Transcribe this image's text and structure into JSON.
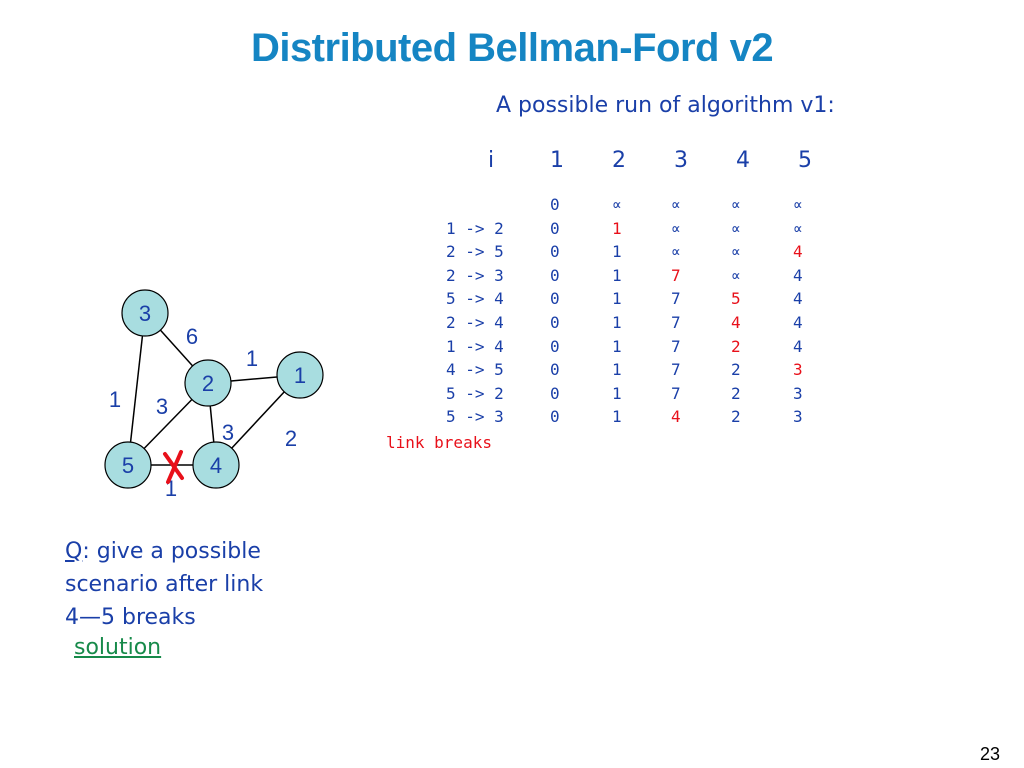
{
  "title": "Distributed Bellman-Ford v2",
  "subtitle": "A possible run of algorithm v1:",
  "table": {
    "headers": [
      "i",
      "1",
      "2",
      "3",
      "4",
      "5"
    ],
    "rows": [
      {
        "edge": "",
        "cells": [
          [
            "0",
            false
          ],
          [
            "∝",
            false
          ],
          [
            "∝",
            false
          ],
          [
            "∝",
            false
          ],
          [
            "∝",
            false
          ]
        ]
      },
      {
        "edge": "1 -> 2",
        "cells": [
          [
            "0",
            false
          ],
          [
            "1",
            true
          ],
          [
            "∝",
            false
          ],
          [
            "∝",
            false
          ],
          [
            "∝",
            false
          ]
        ]
      },
      {
        "edge": "2 -> 5",
        "cells": [
          [
            "0",
            false
          ],
          [
            "1",
            false
          ],
          [
            "∝",
            false
          ],
          [
            "∝",
            false
          ],
          [
            "4",
            true
          ]
        ]
      },
      {
        "edge": "2 -> 3",
        "cells": [
          [
            "0",
            false
          ],
          [
            "1",
            false
          ],
          [
            "7",
            true
          ],
          [
            "∝",
            false
          ],
          [
            "4",
            false
          ]
        ]
      },
      {
        "edge": "5 -> 4",
        "cells": [
          [
            "0",
            false
          ],
          [
            "1",
            false
          ],
          [
            "7",
            false
          ],
          [
            "5",
            true
          ],
          [
            "4",
            false
          ]
        ]
      },
      {
        "edge": "2 -> 4",
        "cells": [
          [
            "0",
            false
          ],
          [
            "1",
            false
          ],
          [
            "7",
            false
          ],
          [
            "4",
            true
          ],
          [
            "4",
            false
          ]
        ]
      },
      {
        "edge": "1 -> 4",
        "cells": [
          [
            "0",
            false
          ],
          [
            "1",
            false
          ],
          [
            "7",
            false
          ],
          [
            "2",
            true
          ],
          [
            "4",
            false
          ]
        ]
      },
      {
        "edge": "4 -> 5",
        "cells": [
          [
            "0",
            false
          ],
          [
            "1",
            false
          ],
          [
            "7",
            false
          ],
          [
            "2",
            false
          ],
          [
            "3",
            true
          ]
        ]
      },
      {
        "edge": "5 -> 2",
        "cells": [
          [
            "0",
            false
          ],
          [
            "1",
            false
          ],
          [
            "7",
            false
          ],
          [
            "2",
            false
          ],
          [
            "3",
            false
          ]
        ]
      },
      {
        "edge": "5 -> 3",
        "cells": [
          [
            "0",
            false
          ],
          [
            "1",
            false
          ],
          [
            "4",
            true
          ],
          [
            "2",
            false
          ],
          [
            "3",
            false
          ]
        ]
      }
    ],
    "link_breaks": "link breaks"
  },
  "graph": {
    "nodes": [
      "3",
      "2",
      "1",
      "5",
      "4"
    ],
    "edge_weights": {
      "e3_2": "6",
      "e2_1": "1",
      "e3_5": "1",
      "e2_5": "3",
      "e2_4": "3",
      "e1_4": "2",
      "e5_4": "1"
    }
  },
  "question": {
    "q_label": "Q",
    "line1": ": give a possible",
    "line2": "scenario after link",
    "line3": "4—5 breaks"
  },
  "solution_link": "solution",
  "page_number": "23",
  "colors": {
    "title": "#1585c3",
    "text": "#1a3fa8",
    "highlight": "#e8101a",
    "node_fill": "#a8dde0",
    "link": "#178a4a"
  }
}
